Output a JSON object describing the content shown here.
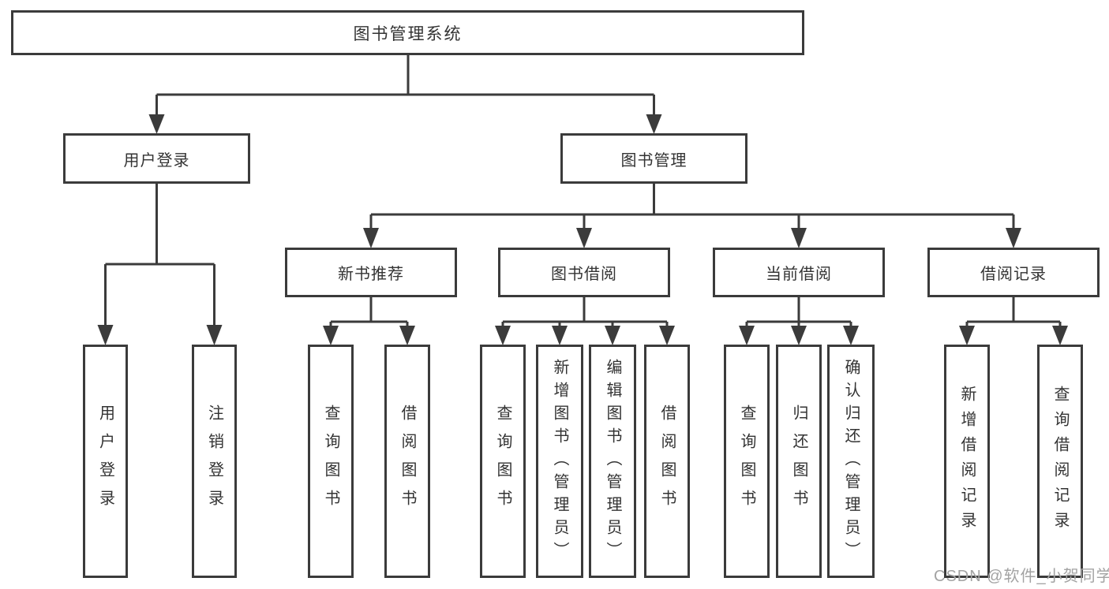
{
  "title": "图书管理系统",
  "nodes": {
    "user_login": "用户登录",
    "book_mgmt": "图书管理",
    "new_book_rec": "新书推荐",
    "book_borrow": "图书借阅",
    "current_borrow": "当前借阅",
    "borrow_record": "借阅记录"
  },
  "leaves": {
    "user_login": [
      "用户登录",
      "注销登录"
    ],
    "new_book_rec": [
      "查询图书",
      "借阅图书"
    ],
    "book_borrow": [
      "查询图书",
      "新增图书（管理员）",
      "编辑图书（管理员）",
      "借阅图书"
    ],
    "current_borrow": [
      "查询图书",
      "归还图书",
      "确认归还（管理员）"
    ],
    "borrow_record": [
      "新增借阅记录",
      "查询借阅记录"
    ]
  },
  "watermark": "CSDN @软件_小贺同学",
  "colors": {
    "line": "#3b3b3b",
    "text": "#333333",
    "box_background": "#ffffff",
    "watermark": "#a3a3a3",
    "page_background": "#ffffff"
  }
}
